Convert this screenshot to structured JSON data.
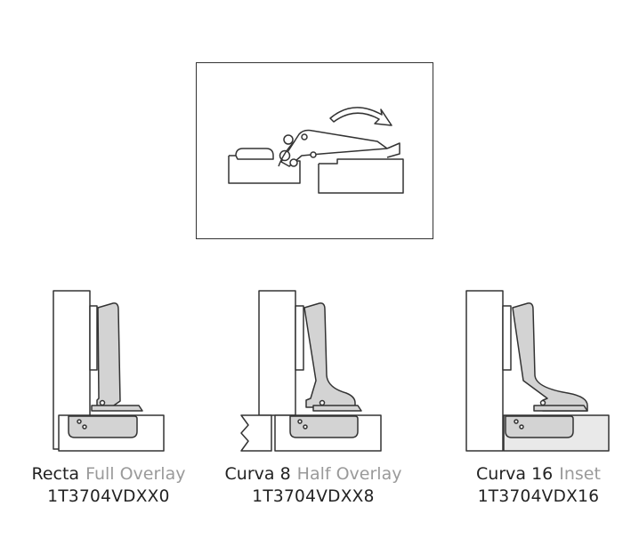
{
  "colors": {
    "line": "#333333",
    "hinge_fill": "#d3d3d3",
    "accent_gray": "#9a9a9a",
    "inset_fill": "#e9e9e9"
  },
  "icons": {
    "top": "hinge-open-door-arrow-icon"
  },
  "variants": [
    {
      "name": "Recta",
      "type": "Full Overlay",
      "code": "1T3704VDXX0"
    },
    {
      "name": "Curva 8",
      "type": "Half Overlay",
      "code": "1T3704VDXX8"
    },
    {
      "name": "Curva 16",
      "type": "Inset",
      "code": "1T3704VDX16"
    }
  ]
}
